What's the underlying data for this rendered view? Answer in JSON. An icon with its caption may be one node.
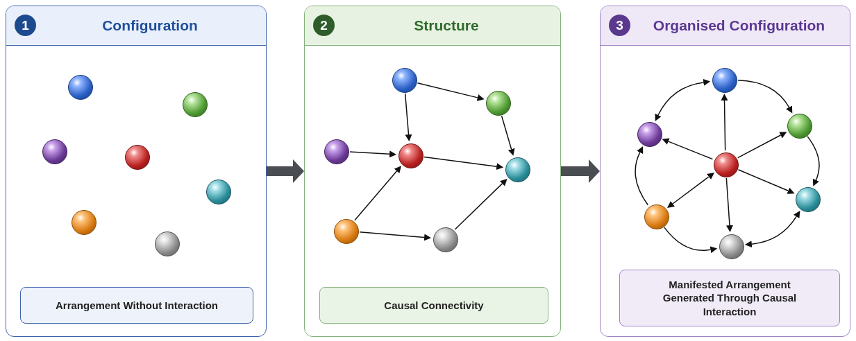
{
  "diagram": {
    "nodes": [
      {
        "text": [
          "1",
          "Configuration"
        ]
      },
      {
        "text": [],
        "shape": "circle",
        "in": 0
      },
      {
        "text": [],
        "shape": "circle",
        "in": 0
      },
      {
        "text": [],
        "shape": "circle",
        "in": 0
      },
      {
        "text": [],
        "shape": "circle",
        "in": 0
      },
      {
        "text": [],
        "shape": "circle",
        "in": 0
      },
      {
        "text": [],
        "shape": "circle",
        "in": 0
      },
      {
        "text": [],
        "shape": "circle",
        "in": 0
      },
      {
        "text": [
          "Arrangement Without Interaction"
        ],
        "in": 0
      },
      {
        "text": [
          "2",
          "Structure"
        ]
      },
      {
        "text": [],
        "shape": "circle",
        "in": 9
      },
      {
        "text": [],
        "shape": "circle",
        "in": 9
      },
      {
        "text": [],
        "shape": "circle",
        "in": 9
      },
      {
        "text": [],
        "shape": "circle",
        "in": 9
      },
      {
        "text": [],
        "shape": "circle",
        "in": 9
      },
      {
        "text": [],
        "shape": "circle",
        "in": 9
      },
      {
        "text": [],
        "shape": "circle",
        "in": 9
      },
      {
        "text": [
          "Causal Connectivity"
        ],
        "in": 9
      },
      {
        "text": [
          "3",
          "Organised Configuration"
        ]
      },
      {
        "text": [],
        "shape": "circle",
        "in": 18
      },
      {
        "text": [],
        "shape": "circle",
        "in": 18
      },
      {
        "text": [],
        "shape": "circle",
        "in": 18
      },
      {
        "text": [],
        "shape": "circle",
        "in": 18
      },
      {
        "text": [],
        "shape": "circle",
        "in": 18
      },
      {
        "text": [],
        "shape": "circle",
        "in": 18
      },
      {
        "text": [],
        "shape": "circle",
        "in": 18
      },
      {
        "text": [
          "Manifested Arrangement Generated Through Causal Interaction"
        ],
        "in": 18
      }
    ],
    "edges": [
      {
        "from": 0,
        "to": 9,
        "arrow": "to",
        "style": "thick",
        "color": "#4a4d52"
      },
      {
        "from": 9,
        "to": 18,
        "arrow": "to",
        "style": "thick",
        "color": "#4a4d52"
      },
      {
        "from": 10,
        "to": 11,
        "arrow": "to"
      },
      {
        "from": 10,
        "to": 13,
        "arrow": "to"
      },
      {
        "from": 11,
        "to": 14,
        "arrow": "to"
      },
      {
        "from": 12,
        "to": 13,
        "arrow": "to"
      },
      {
        "from": 13,
        "to": 14,
        "arrow": "to"
      },
      {
        "from": 15,
        "to": 13,
        "arrow": "to"
      },
      {
        "from": 15,
        "to": 16,
        "arrow": "to"
      },
      {
        "from": 16,
        "to": 14,
        "arrow": "to"
      },
      {
        "from": 19,
        "to": 20,
        "arrow": "to"
      },
      {
        "from": 19,
        "to": 21,
        "arrow": "both"
      },
      {
        "from": 20,
        "to": 23,
        "arrow": "to"
      },
      {
        "from": 23,
        "to": 25,
        "arrow": "both"
      },
      {
        "from": 24,
        "to": 25,
        "arrow": "to"
      },
      {
        "from": 24,
        "to": 21,
        "arrow": "to"
      },
      {
        "from": 22,
        "to": 19,
        "arrow": "to"
      },
      {
        "from": 22,
        "to": 20,
        "arrow": "to"
      },
      {
        "from": 22,
        "to": 21,
        "arrow": "to"
      },
      {
        "from": 22,
        "to": 23,
        "arrow": "to"
      },
      {
        "from": 22,
        "to": 25,
        "arrow": "to"
      },
      {
        "from": 22,
        "to": 24,
        "arrow": "both"
      }
    ]
  }
}
